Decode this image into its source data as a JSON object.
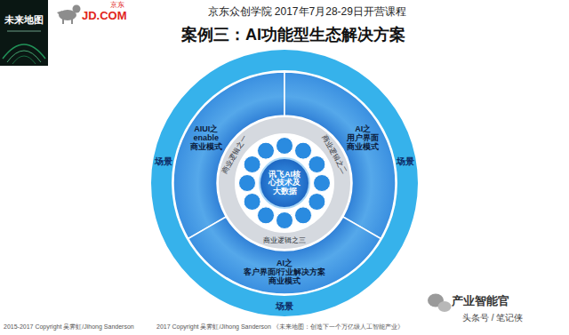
{
  "diagram": {
    "title": "案例三：AI功能型生态解决方案",
    "nodes": [
      {
        "text": [
          "场景",
          "场景",
          "场景"
        ]
      },
      {
        "text": [
          "AIUI之 enable 商业模式"
        ],
        "in": 0
      },
      {
        "text": [
          "AI之 用户界面 商业模式"
        ],
        "in": 0
      },
      {
        "text": [
          "AI之 客户界面/行业解决方案 商业模式"
        ],
        "in": 0
      },
      {
        "text": [
          "商业逻辑之一",
          "商业逻辑之二",
          "商业逻辑之三"
        ],
        "in": 0
      },
      {
        "text": [
          "讯飞AI核心技术及大数据"
        ],
        "in": 4
      }
    ],
    "labels": [
      "京东众创学院 2017年7月28-29日开营课程",
      "未来地图",
      "JD.COM",
      "京东",
      "2015-2017 Copyright 吴霁虹/Jihong Sanderson",
      "2017 Copyright 吴霁虹/Jihong Sanderson 《未来地图：创造下一个万亿级人工智能产业》",
      "产业智能官",
      "头条号 / 笔记侠"
    ]
  }
}
